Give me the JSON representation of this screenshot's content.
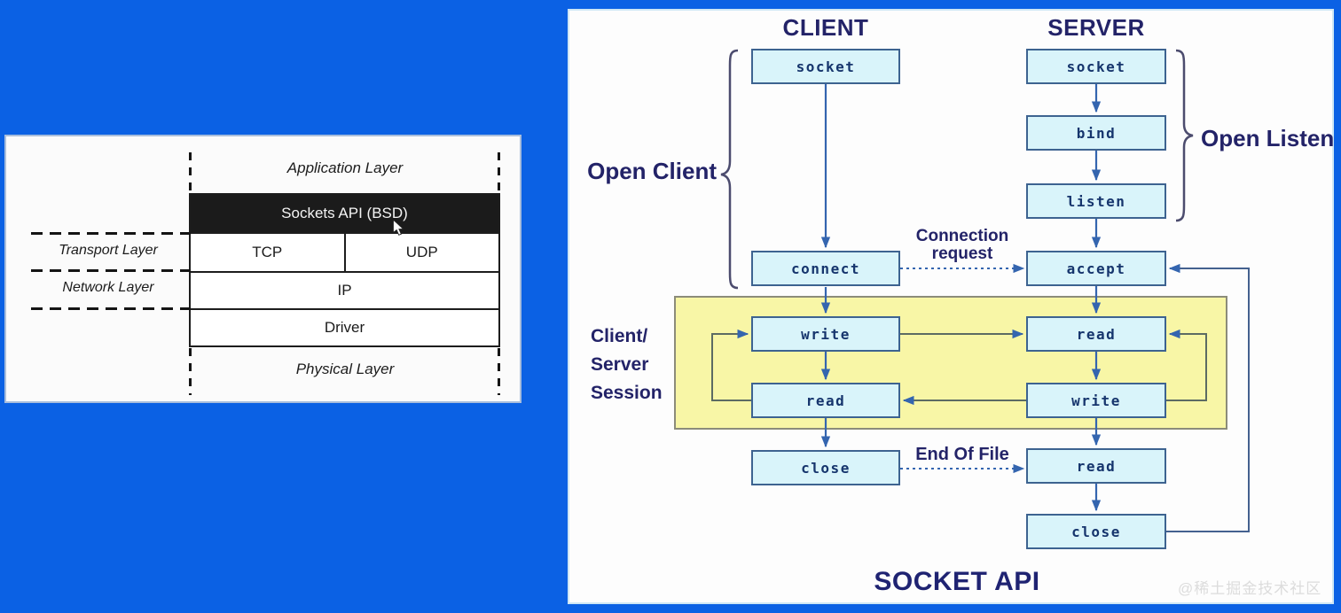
{
  "watermark": "@稀土掘金技术社区",
  "colors": {
    "background": "#0b61e4",
    "panel": "#fdfdfd",
    "node_fill": "#d9f4fa",
    "node_border": "#3d6390",
    "node_text": "#16356d",
    "arrow": "#3465af",
    "loop_line": "#5c6b63",
    "return_line": "#44618f",
    "session_fill": "#f8f6a6",
    "session_border": "#8c8c7a",
    "heading_text": "#232368",
    "sockets_bar": "#1b1b1b"
  },
  "stack_panel": {
    "application_layer": "Application Layer",
    "sockets_api_bar": "Sockets API (BSD)",
    "transport_layer": "Transport Layer",
    "network_layer": "Network Layer",
    "physical_layer": "Physical Layer",
    "tcp": "TCP",
    "udp": "UDP",
    "ip": "IP",
    "driver": "Driver"
  },
  "diagram": {
    "title": "SOCKET API",
    "client_header": "CLIENT",
    "server_header": "SERVER",
    "open_client": "Open Client",
    "open_listen": "Open Listen",
    "connection_request": [
      "Connection",
      "request"
    ],
    "end_of_file": "End Of File",
    "session_label": [
      "Client/",
      "Server",
      "Session"
    ],
    "client_nodes": [
      {
        "id": "socket",
        "label": "socket"
      },
      {
        "id": "connect",
        "label": "connect"
      },
      {
        "id": "write",
        "label": "write"
      },
      {
        "id": "read",
        "label": "read"
      },
      {
        "id": "close",
        "label": "close"
      }
    ],
    "server_nodes": [
      {
        "id": "socket",
        "label": "socket"
      },
      {
        "id": "bind",
        "label": "bind"
      },
      {
        "id": "listen",
        "label": "listen"
      },
      {
        "id": "accept",
        "label": "accept"
      },
      {
        "id": "read",
        "label": "read"
      },
      {
        "id": "write",
        "label": "write"
      },
      {
        "id": "read-eof",
        "label": "read"
      },
      {
        "id": "close",
        "label": "close"
      }
    ]
  }
}
